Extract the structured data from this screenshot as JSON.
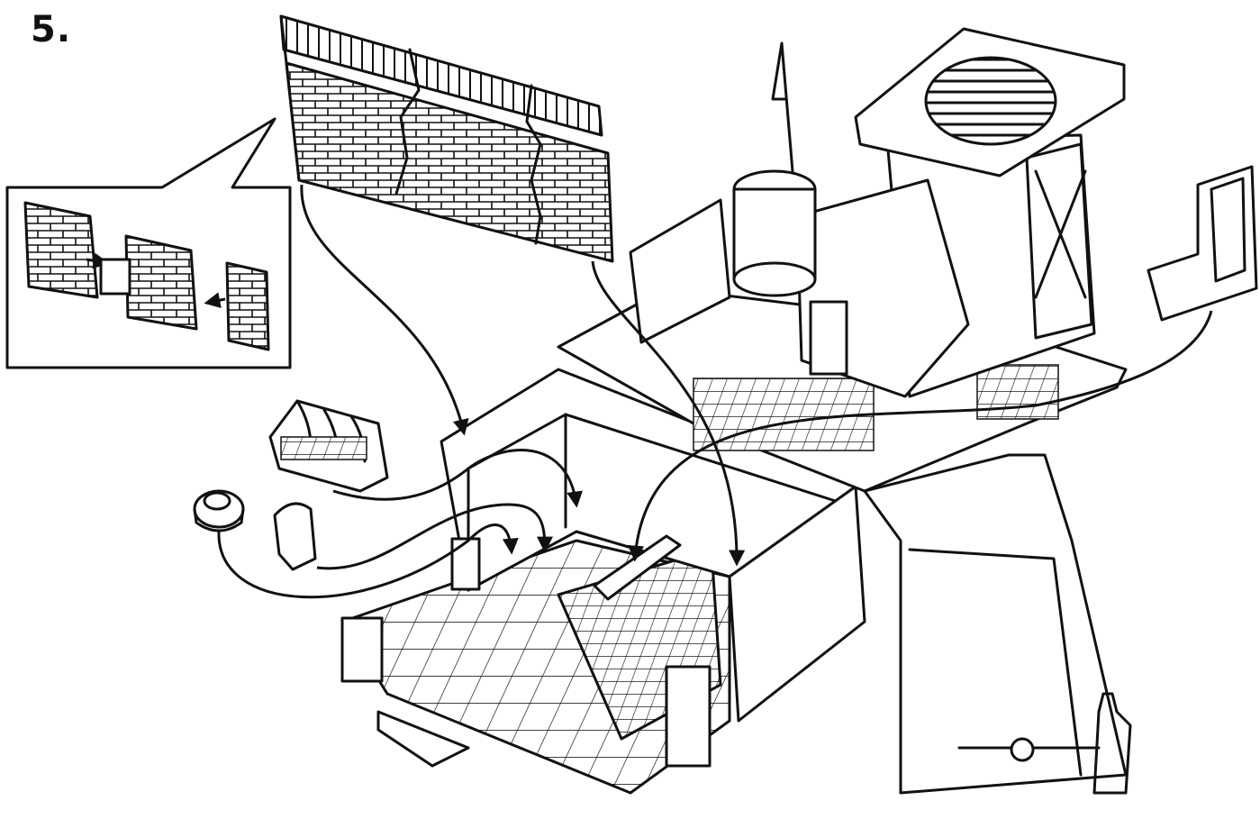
{
  "step": {
    "number": "5."
  },
  "colors": {
    "ink": "#111111",
    "paper": "#ffffff"
  },
  "parts": [
    {
      "id": "brick-wall-panel",
      "icon": "brick-wall"
    },
    {
      "id": "wall-assembly-inset",
      "icon": "brick-pieces"
    },
    {
      "id": "seat-bench",
      "icon": "seats"
    },
    {
      "id": "round-disc",
      "icon": "disc"
    },
    {
      "id": "chair-piece",
      "icon": "chair"
    },
    {
      "id": "corner-bracket",
      "icon": "bracket"
    },
    {
      "id": "playset-base",
      "icon": "building"
    }
  ]
}
